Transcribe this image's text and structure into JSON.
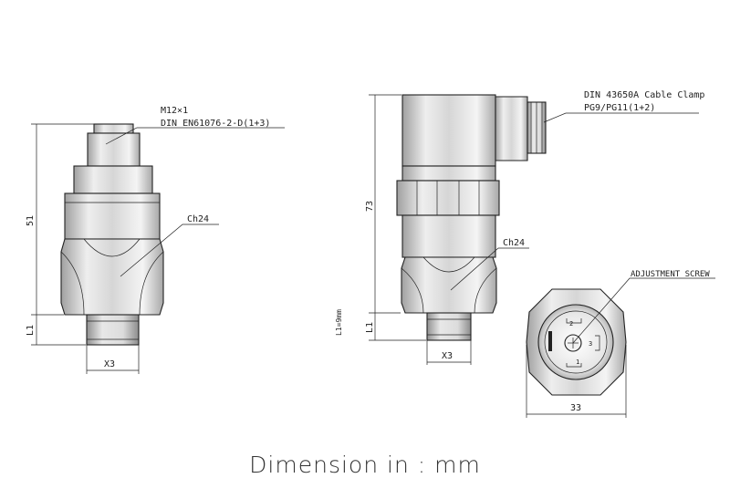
{
  "left_view": {
    "connector_label_1": "M12×1",
    "connector_label_2": "DIN EN61076-2-D(1+3)",
    "hex_label": "Ch24",
    "height_dim": "51",
    "l1_dim": "L1",
    "thread_dim": "X3"
  },
  "right_view": {
    "connector_label_1": "DIN 43650A Cable Clamp",
    "connector_label_2": "PG9/PG11(1+2)",
    "hex_label": "Ch24",
    "height_dim": "73",
    "l1_note": "L1=9mm",
    "l1_dim": "L1",
    "thread_dim": "X3"
  },
  "bottom_view": {
    "screw_label": "ADJUSTMENT SCREW",
    "width_dim": "33",
    "pin_1": "1",
    "pin_2": "2",
    "pin_3": "3"
  },
  "caption": "Dimension in : mm",
  "colors": {
    "line": "#222222",
    "body_gradient_light": "#f3f3f3",
    "body_gradient_dark": "#9a9a9a"
  }
}
